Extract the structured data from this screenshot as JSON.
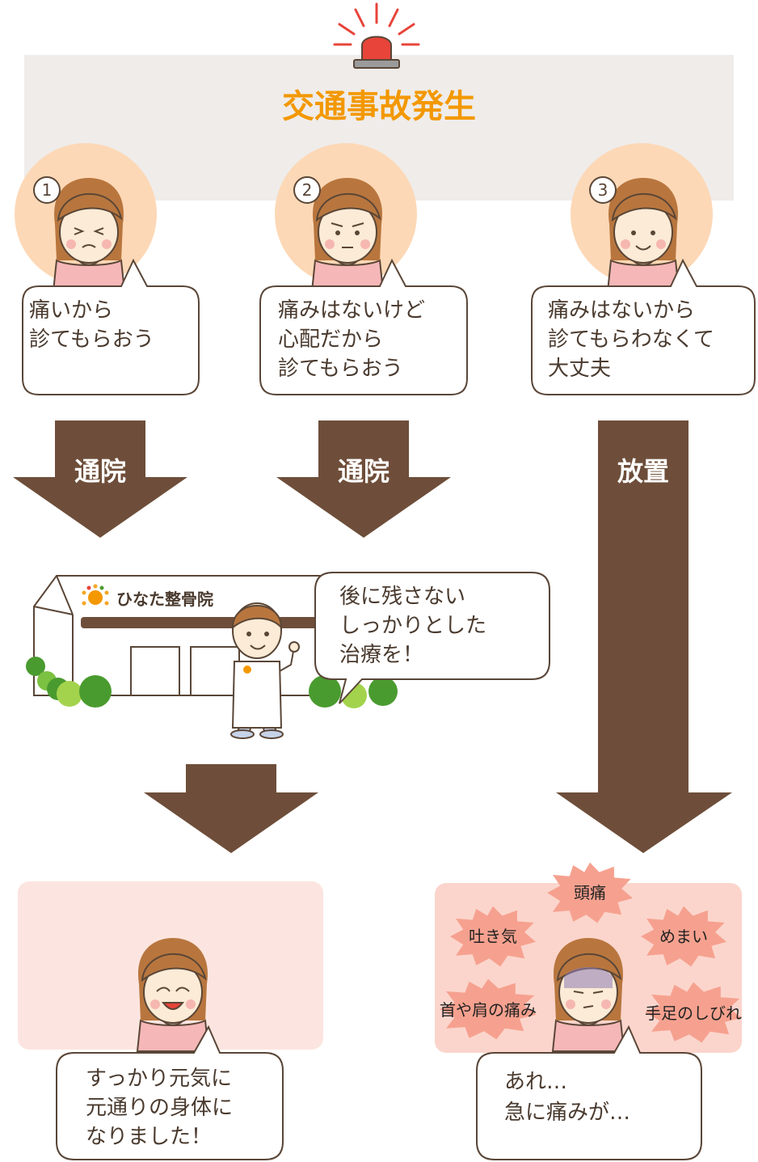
{
  "title": "交通事故発生",
  "scenarios": [
    {
      "number": "1",
      "bubble_lines": [
        "痛いから",
        "診てもらおう"
      ],
      "arrow_label": "通院"
    },
    {
      "number": "2",
      "bubble_lines": [
        "痛みはないけど",
        "心配だから",
        "診てもらおう"
      ],
      "arrow_label": "通院"
    },
    {
      "number": "3",
      "bubble_lines": [
        "痛みはないから",
        "診てもらわなくて",
        "大丈夫"
      ],
      "arrow_label": "放置"
    }
  ],
  "clinic": {
    "sign_text": "ひなた整骨院",
    "doctor_bubble_lines": [
      "後に残さない",
      "しっかりとした",
      "治療を！"
    ]
  },
  "good_outcome": {
    "bubble_lines": [
      "すっかり元気に",
      "元通りの身体に",
      "なりました！"
    ]
  },
  "bad_outcome": {
    "symptoms": [
      "頭痛",
      "吐き気",
      "めまい",
      "首や肩の痛み",
      "手足のしびれ"
    ],
    "bubble_lines": [
      "あれ…",
      "急に痛みが…"
    ]
  },
  "colors": {
    "title": "#f39800",
    "arrow": "#6e4e3a",
    "outline": "#5a4637",
    "peach_circle": "#fdd8b6",
    "banner_bg": "#efecea",
    "good_bg": "#fce5e0",
    "bad_bg": "#fbd5cc",
    "burst": "#f6a18f"
  }
}
